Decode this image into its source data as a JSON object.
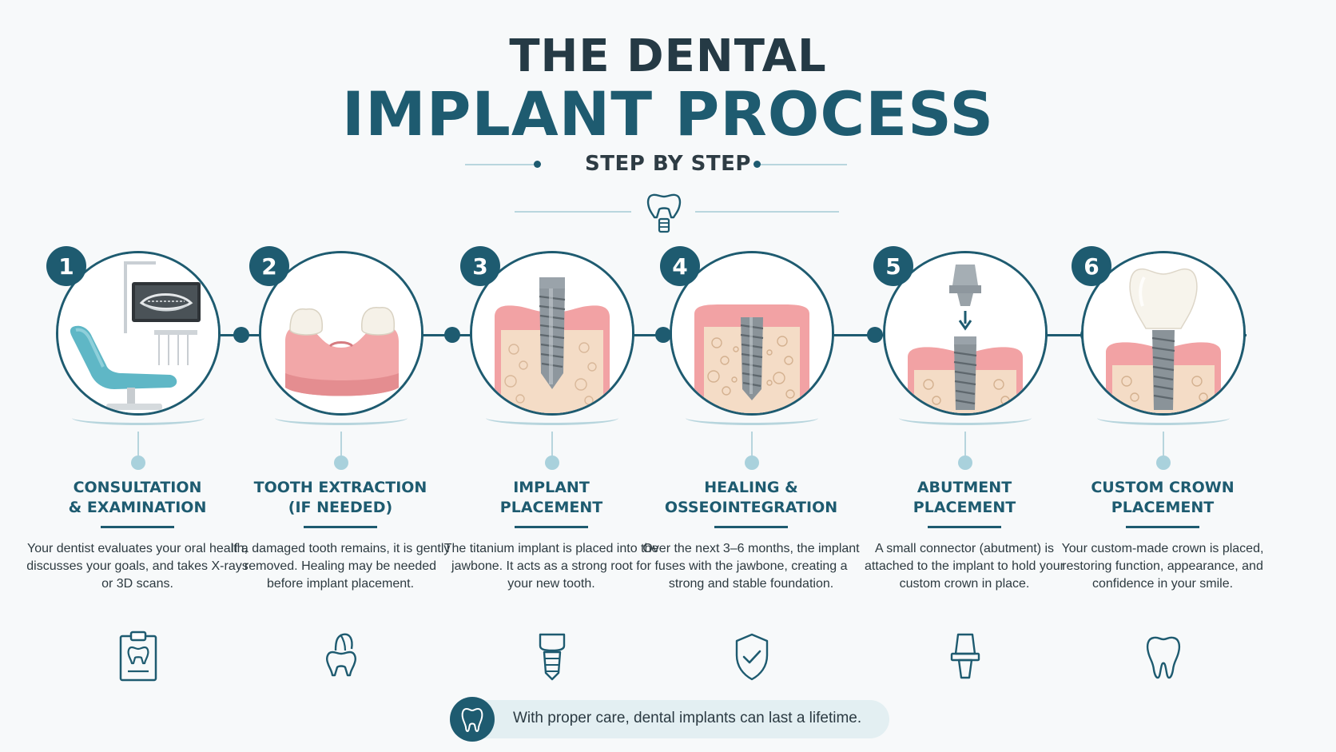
{
  "header": {
    "title_line1": "THE DENTAL",
    "title_line2": "IMPLANT PROCESS",
    "subtitle": "STEP BY STEP"
  },
  "colors": {
    "primary": "#1e5b70",
    "light_accent": "#b7d5dd",
    "gum_pink": "#f0a0a5",
    "bone": "#f3dcc4"
  },
  "steps": [
    {
      "number": "1",
      "title_line1": "CONSULTATION",
      "title_line2": "& EXAMINATION",
      "description": "Your dentist evaluates your oral health, discusses your goals, and takes X-rays or 3D scans.",
      "image": "dental-chair-xray",
      "icon": "clipboard-tooth-icon"
    },
    {
      "number": "2",
      "title_line1": "TOOTH EXTRACTION",
      "title_line2": "(IF NEEDED)",
      "description": "If a damaged tooth remains, it is gently removed. Healing may be needed before implant placement.",
      "image": "gum-with-gap",
      "icon": "tooth-extraction-icon"
    },
    {
      "number": "3",
      "title_line1": "IMPLANT",
      "title_line2": "PLACEMENT",
      "description": "The titanium implant is placed into the jawbone. It acts as a strong root for your new tooth.",
      "image": "implant-in-bone",
      "icon": "implant-icon"
    },
    {
      "number": "4",
      "title_line1": "HEALING &",
      "title_line2": "OSSEOINTEGRATION",
      "description": "Over the next 3–6 months, the implant fuses with the jawbone, creating a strong and stable foundation.",
      "image": "implant-healing",
      "icon": "shield-check-icon"
    },
    {
      "number": "5",
      "title_line1": "ABUTMENT",
      "title_line2": "PLACEMENT",
      "description": "A small connector (abutment) is attached to the implant to hold your custom crown in place.",
      "image": "abutment-attach",
      "icon": "abutment-icon"
    },
    {
      "number": "6",
      "title_line1": "CUSTOM CROWN",
      "title_line2": "PLACEMENT",
      "description": "Your custom-made crown is placed, restoring function, appearance, and confidence in your smile.",
      "image": "crown-on-implant",
      "icon": "tooth-icon"
    }
  ],
  "footer": {
    "text": "With proper care, dental implants can last a lifetime.",
    "icon": "tooth-icon"
  }
}
